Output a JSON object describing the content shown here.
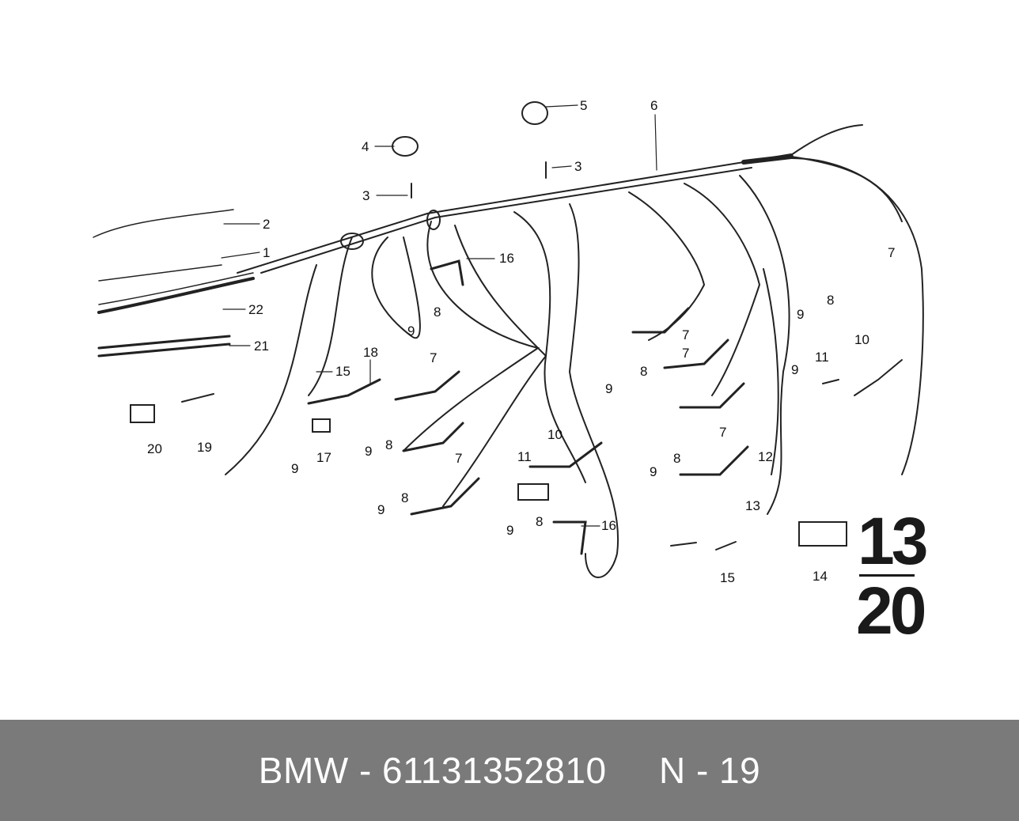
{
  "diagram": {
    "callouts": {
      "c1": "1",
      "c2": "2",
      "c3a": "3",
      "c3b": "3",
      "c4": "4",
      "c5": "5",
      "c6": "6",
      "c7a": "7",
      "c7b": "7",
      "c7c": "7",
      "c7d": "7",
      "c7e": "7",
      "c7f": "7",
      "c8a": "8",
      "c8b": "8",
      "c8c": "8",
      "c8d": "8",
      "c8e": "8",
      "c8f": "8",
      "c8g": "8",
      "c9a": "9",
      "c9b": "9",
      "c9c": "9",
      "c9d": "9",
      "c9e": "9",
      "c9f": "9",
      "c9g": "9",
      "c9h": "9",
      "c9i": "9",
      "c10a": "10",
      "c10b": "10",
      "c11a": "11",
      "c11b": "11",
      "c12": "12",
      "c13": "13",
      "c14": "14",
      "c15a": "15",
      "c15b": "15",
      "c16a": "16",
      "c16b": "16",
      "c17": "17",
      "c18": "18",
      "c19": "19",
      "c20": "20",
      "c21": "21",
      "c22": "22"
    },
    "group_top": "13",
    "group_bottom": "20"
  },
  "caption": {
    "text": "BMW - 61131352810     N - 19"
  }
}
